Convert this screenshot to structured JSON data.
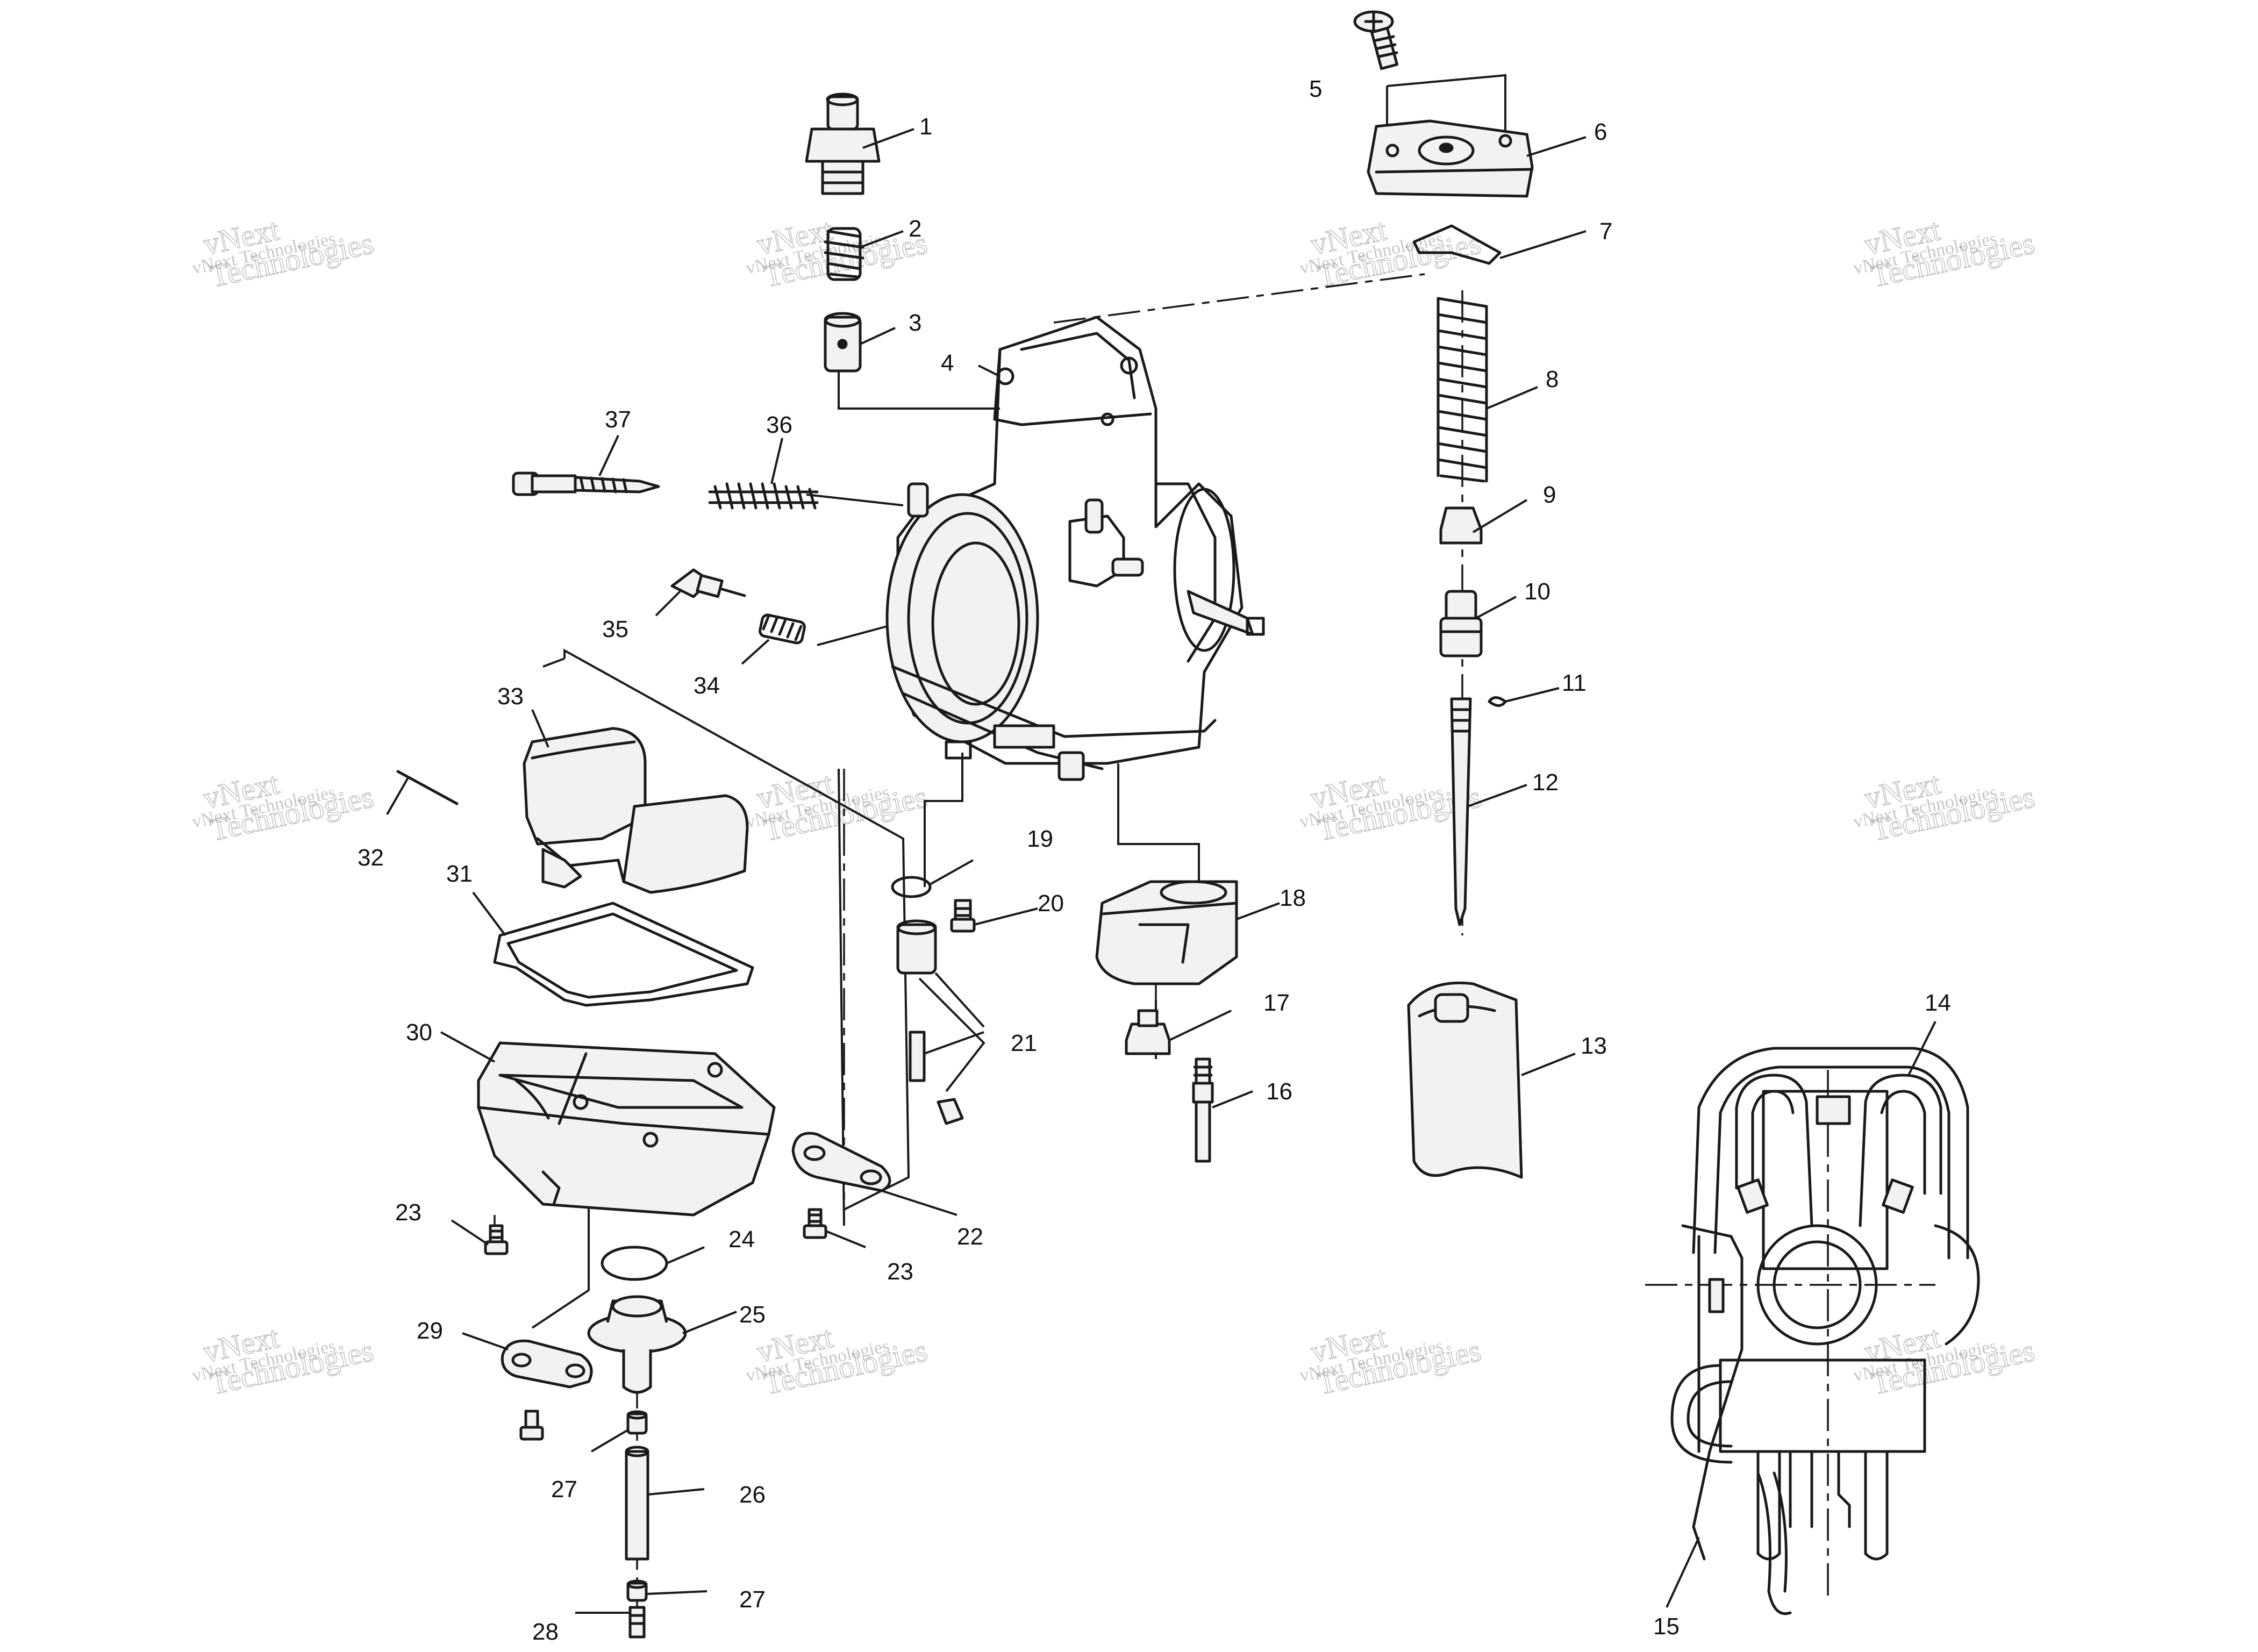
{
  "watermark": {
    "small": "vNext Technologies",
    "large": "vNext\nTechnologies"
  },
  "callouts": [
    "1",
    "2",
    "3",
    "4",
    "5",
    "6",
    "7",
    "8",
    "9",
    "10",
    "11",
    "12",
    "13",
    "14",
    "15",
    "16",
    "17",
    "18",
    "19",
    "20",
    "21",
    "22",
    "23",
    "23",
    "24",
    "25",
    "26",
    "27",
    "27",
    "28",
    "29",
    "30",
    "31",
    "32",
    "33",
    "34",
    "35",
    "36",
    "37"
  ]
}
